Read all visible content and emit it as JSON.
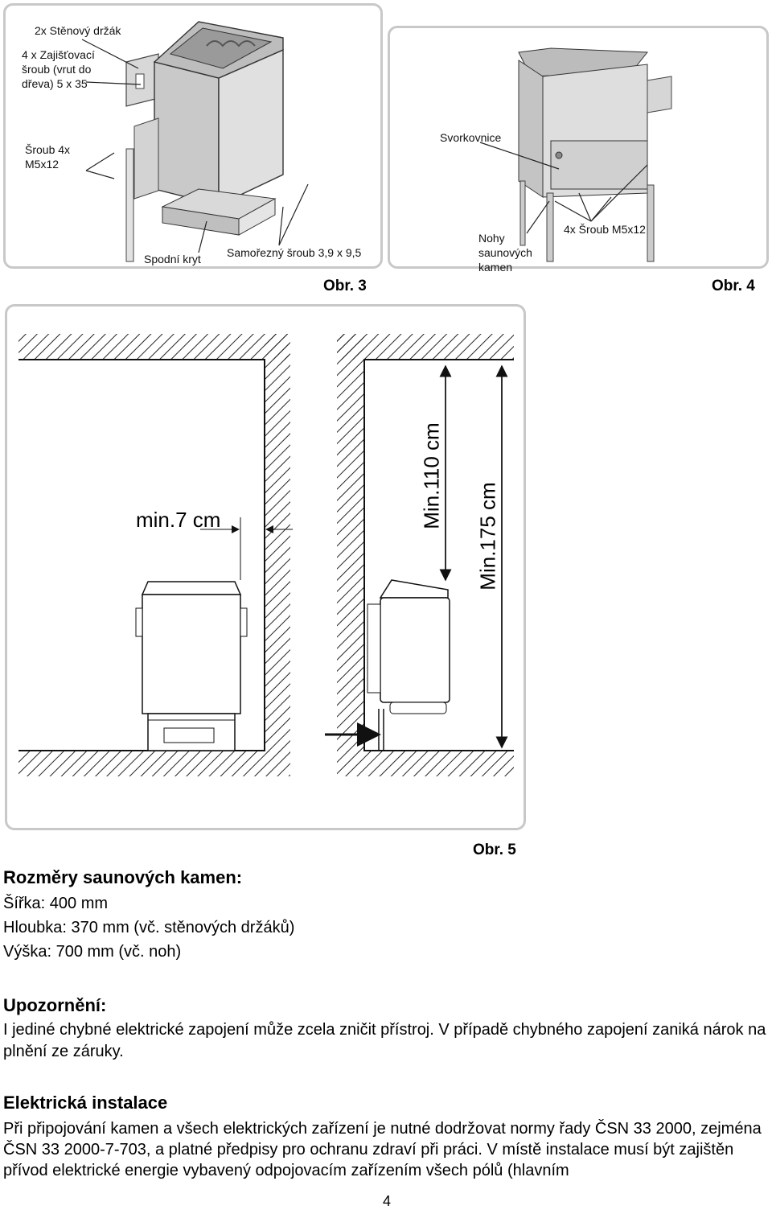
{
  "fig3": {
    "caption": "Obr. 3",
    "labels": {
      "wall_holder": "2x Stěnový držák",
      "fix_screw": "4 x Zajišťovací šroub (vrut do dřeva) 5 x 35",
      "screw": "Šroub 4x M5x12",
      "bottom_cover": "Spodní kryt",
      "self_tap": "Samořezný šroub 3,9 x 9,5"
    }
  },
  "fig4": {
    "caption": "Obr. 4",
    "labels": {
      "terminal": "Svorkovnice",
      "screws": "4x Šroub M5x12",
      "legs": "Nohy saunových kamen"
    }
  },
  "fig5": {
    "caption": "Obr. 5",
    "dims": {
      "side": "min.7 cm",
      "min110": "Min.110 cm",
      "min175": "Min.175 cm"
    }
  },
  "dims": {
    "heading": "Rozměry saunových kamen:",
    "width": "Šířka: 400 mm",
    "depth": "Hloubka: 370 mm (vč. stěnových držáků)",
    "height": "Výška: 700 mm (vč. noh)"
  },
  "warning": {
    "heading": "Upozornění:",
    "text": "I jediné chybné elektrické zapojení může zcela zničit přístroj. V případě chybného zapojení zaniká nárok na plnění ze záruky."
  },
  "electrical": {
    "heading": "Elektrická instalace",
    "text": "Při připojování kamen a všech elektrických zařízení je nutné dodržovat normy řady ČSN 33 2000, zejména ČSN 33 2000-7-703, a platné předpisy pro ochranu zdraví při práci. V místě instalace musí být zajištěn přívod elektrické energie vybavený odpojovacím zařízením všech pólů (hlavním"
  },
  "page_number": "4"
}
